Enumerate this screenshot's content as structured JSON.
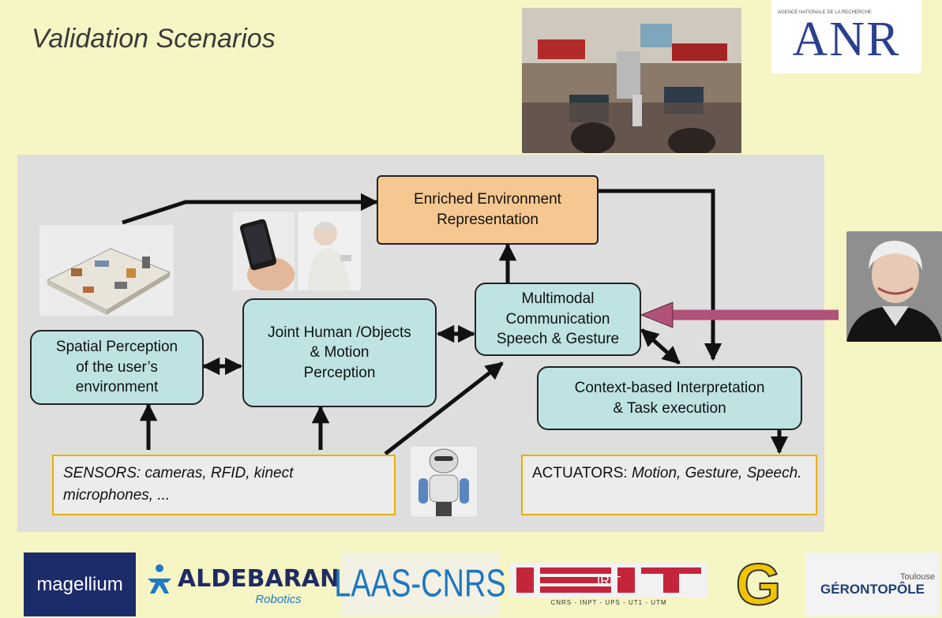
{
  "slide": {
    "title": "Validation Scenarios"
  },
  "nodes": {
    "env_rep": "Enriched Environment\nRepresentation",
    "multimodal": "Multimodal\nCommunication\nSpeech & Gesture",
    "joint": "Joint Human /Objects\n& Motion\nPerception",
    "spatial": "Spatial Perception\nof the user’s\nenvironment",
    "context": "Context-based Interpretation\n& Task execution"
  },
  "sensors": {
    "label": "SENSORS: cameras, RFID, kinect microphones, ..."
  },
  "actuators": {
    "prefix": "ACTUATORS: ",
    "italic": "Motion, Gesture, Speech."
  },
  "logos": {
    "anr": "ANR",
    "anr_small": "AGENCE NATIONALE DE LA RECHERCHE",
    "magellium": "magellium",
    "aldebaran": "ALDEBARAN",
    "aldebaran_sub": "Robotics",
    "laas": "LAAS-CNRS",
    "irit": "IRIT",
    "irit_sub": "CNRS - INPT - UPS - UT1 - UTM",
    "gero_small": "Toulouse",
    "gero": "GÉRONTOPÔLE",
    "g_logo": "G"
  },
  "colors": {
    "background": "#f6f5c4",
    "panel": "#dedede",
    "node_fill": "#bfe3e3",
    "env_fill": "#f6c891",
    "io_border": "#e8b000",
    "user_arrow": "#b0527a"
  },
  "icons": [
    "smart-home-icon",
    "smartphone-icon",
    "elderly-person-icon",
    "robot-icon",
    "elderly-woman-photo",
    "lab-room-photo"
  ]
}
